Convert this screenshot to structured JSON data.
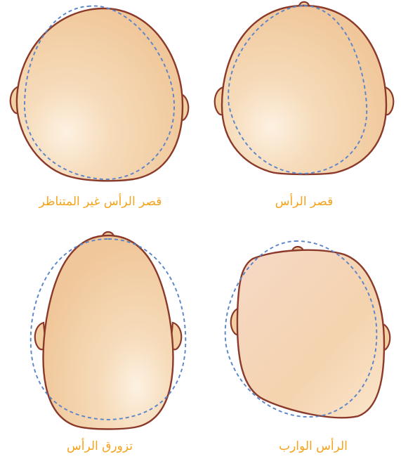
{
  "colors": {
    "caption": "#f5a31a",
    "outline": "#8b3a2a",
    "skin": "#f3d1a8",
    "skin_highlight": "#fdf1e2",
    "dashed_reference": "#5b85c8"
  },
  "panels": [
    {
      "id": "brachycephaly",
      "label": "قصر الرأس"
    },
    {
      "id": "asymmetric-brachycephaly",
      "label": "قصر الرأس غير المتناظر"
    },
    {
      "id": "plagiocephaly",
      "label": "الرأس الوارب"
    },
    {
      "id": "scaphocephaly",
      "label": "تزورق الرأس"
    }
  ]
}
